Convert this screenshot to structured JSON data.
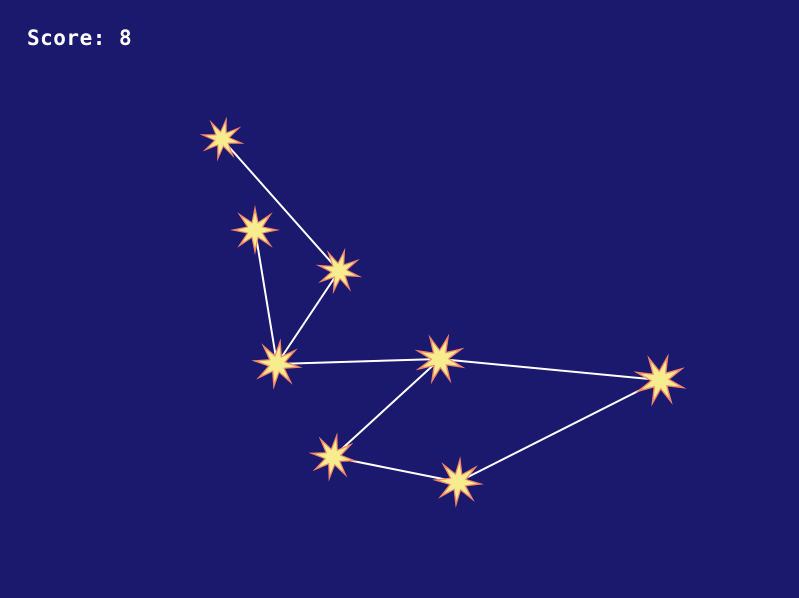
{
  "hud": {
    "score_label": "Score: 8"
  },
  "colors": {
    "background": "#1b196e",
    "line": "#ffffff",
    "star_outer": "#f5876a",
    "star_inner": "#f7ed8f"
  },
  "constellation": {
    "stars": [
      {
        "id": "star-1"
      },
      {
        "id": "star-2"
      },
      {
        "id": "star-3"
      },
      {
        "id": "star-4"
      },
      {
        "id": "star-5"
      },
      {
        "id": "star-6"
      },
      {
        "id": "star-7"
      },
      {
        "id": "star-8"
      }
    ],
    "links": [
      [
        "star-1",
        "star-3"
      ],
      [
        "star-3",
        "star-4"
      ],
      [
        "star-2",
        "star-4"
      ],
      [
        "star-4",
        "star-5"
      ],
      [
        "star-5",
        "star-6"
      ],
      [
        "star-5",
        "star-8"
      ],
      [
        "star-6",
        "star-7"
      ],
      [
        "star-7",
        "star-8"
      ]
    ]
  }
}
